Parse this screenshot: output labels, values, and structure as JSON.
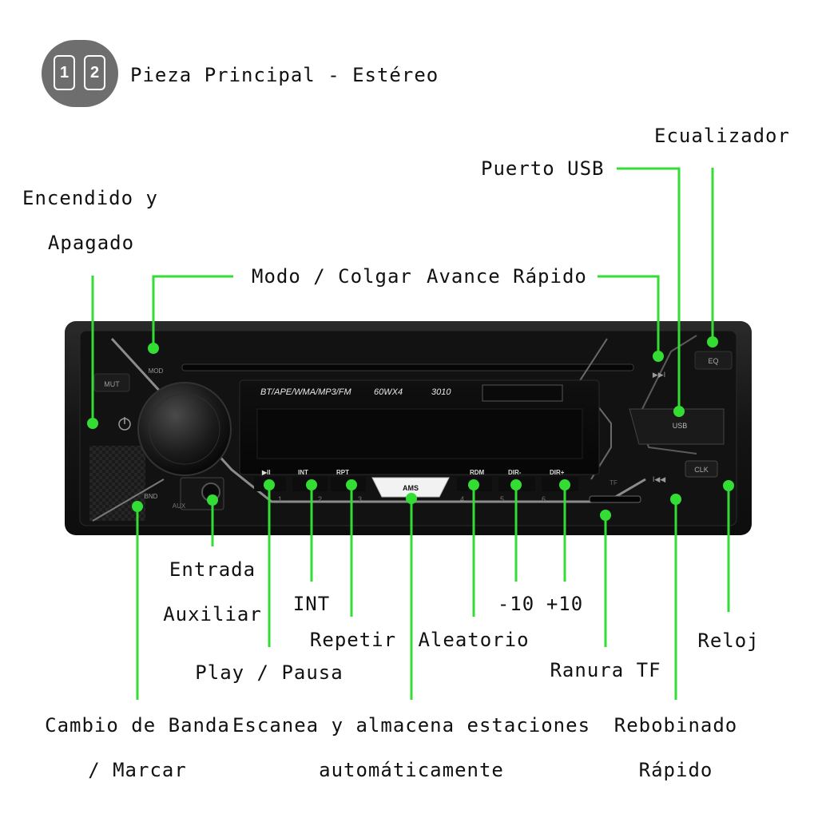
{
  "header": {
    "badge_digits": [
      "1",
      "2"
    ],
    "title": "Pieza Principal - Estéreo"
  },
  "unit": {
    "formats": "BT/APE/WMA/MP3/FM",
    "power": "60WX4",
    "model": "3010",
    "keys": {
      "mut": "MUT",
      "mod": "MOD",
      "bnd": "BND",
      "aux": "AUX",
      "eq": "EQ",
      "usb": "USB",
      "clk": "CLK",
      "tf": "TF",
      "play": "▶II",
      "int": "INT",
      "rpt": "RPT",
      "ams": "AMS",
      "rdm": "RDM",
      "dir_minus": "DIR-",
      "dir_plus": "DIR+",
      "ff": "▶▶I",
      "rew": "I◀◀"
    },
    "preset_numbers": [
      "1",
      "2",
      "3",
      "4",
      "5",
      "6"
    ]
  },
  "callouts": {
    "power_line1": "Encendido y",
    "power_line2": "Apagado",
    "mode": "Modo / Colgar",
    "fast_forward": "Avance Rápido",
    "usb": "Puerto USB",
    "equalizer": "Ecualizador",
    "aux_line1": "Entrada",
    "aux_line2": "Auxiliar",
    "int": "INT",
    "repeat": "Repetir",
    "play_pause": "Play / Pausa",
    "random": "Aleatorio",
    "minus10": "-10",
    "plus10": "+10",
    "tf_slot": "Ranura TF",
    "clock": "Reloj",
    "band_line1": "Cambio de Banda",
    "band_line2": "/ Marcar",
    "scan_line1": "Escanea y almacena estaciones",
    "scan_line2": "automáticamente",
    "rewind_line1": "Rebobinado",
    "rewind_line2": "Rápido"
  },
  "colors": {
    "callout": "#33dd33",
    "unit_body": "#161616",
    "accent_edge": "#8c8c8c"
  }
}
